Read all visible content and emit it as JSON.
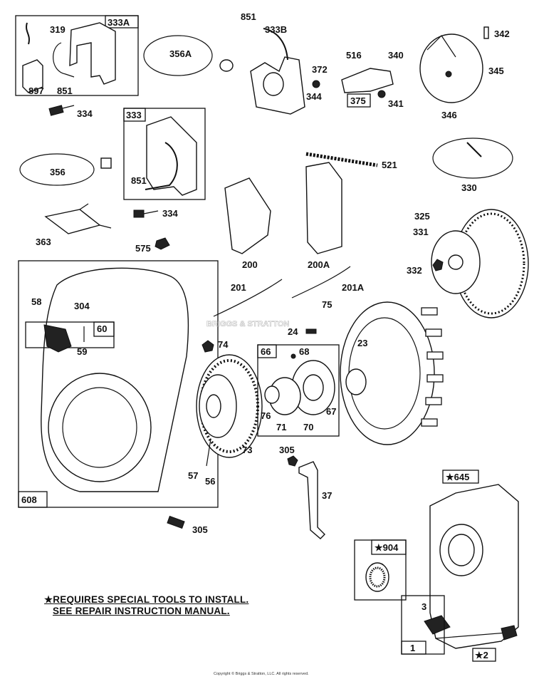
{
  "watermark": "BRIGGS & STRATTON",
  "notes": {
    "line1": "★REQUIRES SPECIAL TOOLS TO INSTALL.",
    "line2": "SEE REPAIR INSTRUCTION MANUAL."
  },
  "copyright": "Copyright © Briggs & Stratton, LLC. All rights reserved.",
  "boxes": {
    "b333a": "333A",
    "b333": "333",
    "b608": "608",
    "b60": "60",
    "b66": "66",
    "b375": "375",
    "b645": "★645",
    "b904": "★904",
    "b1": "1",
    "b2": "★2"
  },
  "callouts": {
    "c319": "319",
    "c897": "897",
    "c851a": "851",
    "c851b": "851",
    "c851c": "851",
    "c333b": "333B",
    "c356a": "356A",
    "c334a": "334",
    "c334b": "334",
    "c356": "356",
    "c363": "363",
    "c575": "575",
    "c372": "372",
    "c516": "516",
    "c340": "340",
    "c344": "344",
    "c341": "341",
    "c342": "342",
    "c345": "345",
    "c346": "346",
    "c521": "521",
    "c330": "330",
    "c325": "325",
    "c331": "331",
    "c332": "332",
    "c200": "200",
    "c200a": "200A",
    "c201": "201",
    "c201a": "201A",
    "c58": "58",
    "c304": "304",
    "c59": "59",
    "c74": "74",
    "c75": "75",
    "c24": "24",
    "c23": "23",
    "c68": "68",
    "c76": "76",
    "c71": "71",
    "c70": "70",
    "c67": "67",
    "c73": "73",
    "c57": "57",
    "c56": "56",
    "c305a": "305",
    "c305b": "305",
    "c37": "37",
    "c3": "3"
  }
}
